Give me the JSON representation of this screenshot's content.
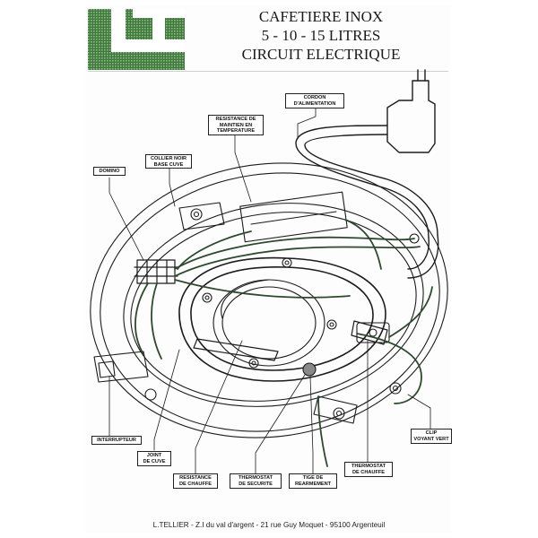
{
  "header": {
    "title_line1": "CAFETIERE INOX",
    "title_line2": "5 - 10 - 15 LITRES",
    "title_line3": "CIRCUIT ELECTRIQUE"
  },
  "labels": {
    "cordon": "CORDON\nD'ALIMENTATION",
    "resistance_maintien": "RESISTANCE DE\nMAINTIEN EN\nTEMPERATURE",
    "collier": "COLLIER NOIR\nBASE CUVE",
    "domino": "DOMINO",
    "interrupteur": "INTERRUPTEUR",
    "joint": "JOINT\nDE CUVE",
    "resistance_chauffe": "RESISTANCE\nDE CHAUFFE",
    "thermostat_securite": "THERMOSTAT\nDE SECURITE",
    "tige": "TIGE DE\nREARMEMENT",
    "thermostat_chauffe": "THERMOSTAT\nDE CHAUFFE",
    "clip": "CLIP\nVOYANT VERT"
  },
  "footer": {
    "address": "L.TELLIER - Z.I du val d'argent - 21 rue Guy Moquet - 95100 Argenteuil"
  },
  "colors": {
    "logo_green": "#3f7a3a",
    "line": "#1c1c1c",
    "wire_dark": "#2e4a2e"
  }
}
